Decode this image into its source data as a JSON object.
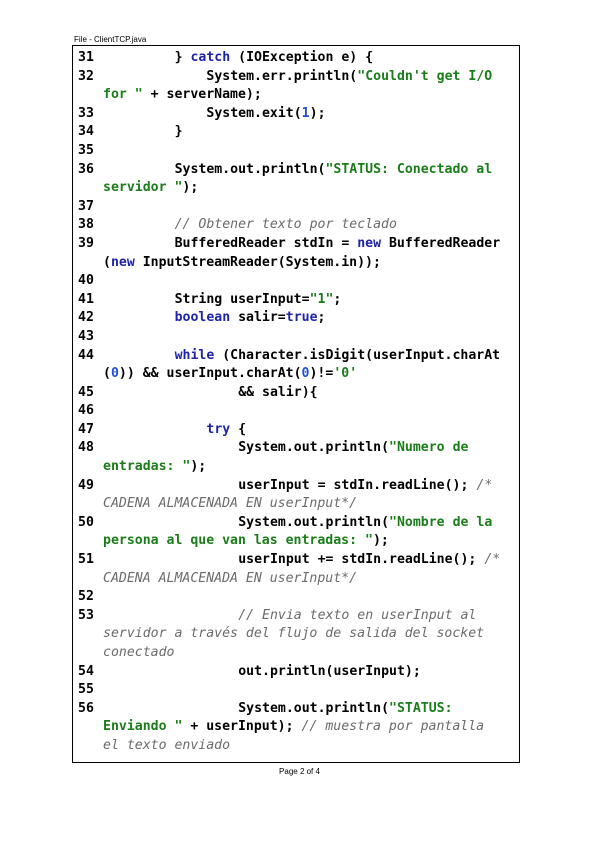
{
  "header": {
    "file_label": "File - ClientTCP.java"
  },
  "footer": {
    "page_label": "Page 2 of 4"
  },
  "code": {
    "lines": [
      {
        "num": "31",
        "indent": 8,
        "tokens": [
          [
            "} ",
            "p"
          ],
          [
            "catch",
            "k"
          ],
          [
            " (IOException e) {",
            "p"
          ]
        ]
      },
      {
        "num": "32",
        "indent": 12,
        "tokens": [
          [
            "System.err.println(",
            "p"
          ],
          [
            "\"Couldn't get I/O",
            "s"
          ]
        ]
      },
      {
        "num": "",
        "indent": 0,
        "cont": true,
        "tokens": [
          [
            "for \"",
            "s"
          ],
          [
            " + serverName);",
            "p"
          ]
        ]
      },
      {
        "num": "33",
        "indent": 12,
        "tokens": [
          [
            "System.exit(",
            "p"
          ],
          [
            "1",
            "n"
          ],
          [
            ");",
            "p"
          ]
        ]
      },
      {
        "num": "34",
        "indent": 8,
        "tokens": [
          [
            "}",
            "p"
          ]
        ]
      },
      {
        "num": "35",
        "indent": 0,
        "tokens": []
      },
      {
        "num": "36",
        "indent": 8,
        "tokens": [
          [
            "System.out.println(",
            "p"
          ],
          [
            "\"STATUS: Conectado al",
            "s"
          ]
        ]
      },
      {
        "num": "",
        "indent": 0,
        "cont": true,
        "tokens": [
          [
            "servidor \"",
            "s"
          ],
          [
            ");",
            "p"
          ]
        ]
      },
      {
        "num": "37",
        "indent": 0,
        "tokens": []
      },
      {
        "num": "38",
        "indent": 8,
        "tokens": [
          [
            "// Obtener texto por teclado",
            "c"
          ]
        ]
      },
      {
        "num": "39",
        "indent": 8,
        "tokens": [
          [
            "BufferedReader stdIn = ",
            "p"
          ],
          [
            "new",
            "k"
          ],
          [
            " BufferedReader",
            "p"
          ]
        ]
      },
      {
        "num": "",
        "indent": 0,
        "cont": true,
        "tokens": [
          [
            "(",
            "p"
          ],
          [
            "new",
            "k"
          ],
          [
            " InputStreamReader(System.in));",
            "p"
          ]
        ]
      },
      {
        "num": "40",
        "indent": 0,
        "tokens": []
      },
      {
        "num": "41",
        "indent": 8,
        "tokens": [
          [
            "String userInput=",
            "p"
          ],
          [
            "\"1\"",
            "s"
          ],
          [
            ";",
            "p"
          ]
        ]
      },
      {
        "num": "42",
        "indent": 8,
        "tokens": [
          [
            "boolean",
            "k"
          ],
          [
            " salir=",
            "p"
          ],
          [
            "true",
            "k"
          ],
          [
            ";",
            "p"
          ]
        ]
      },
      {
        "num": "43",
        "indent": 0,
        "tokens": []
      },
      {
        "num": "44",
        "indent": 8,
        "tokens": [
          [
            "while",
            "k"
          ],
          [
            " (Character.isDigit(userInput.charAt",
            "p"
          ]
        ]
      },
      {
        "num": "",
        "indent": 0,
        "cont": true,
        "tokens": [
          [
            "(",
            "p"
          ],
          [
            "0",
            "n"
          ],
          [
            ")) && userInput.charAt(",
            "p"
          ],
          [
            "0",
            "n"
          ],
          [
            ")!=",
            "p"
          ],
          [
            "'0'",
            "s"
          ]
        ]
      },
      {
        "num": "45",
        "indent": 16,
        "tokens": [
          [
            "&& salir){",
            "p"
          ]
        ]
      },
      {
        "num": "46",
        "indent": 0,
        "tokens": []
      },
      {
        "num": "47",
        "indent": 12,
        "tokens": [
          [
            "try",
            "k"
          ],
          [
            " {",
            "p"
          ]
        ]
      },
      {
        "num": "48",
        "indent": 16,
        "tokens": [
          [
            "System.out.println(",
            "p"
          ],
          [
            "\"Numero de",
            "s"
          ]
        ]
      },
      {
        "num": "",
        "indent": 0,
        "cont": true,
        "tokens": [
          [
            "entradas: \"",
            "s"
          ],
          [
            ");",
            "p"
          ]
        ]
      },
      {
        "num": "49",
        "indent": 16,
        "tokens": [
          [
            "userInput = stdIn.readLine(); ",
            "p"
          ],
          [
            "/*",
            "c"
          ]
        ]
      },
      {
        "num": "",
        "indent": 0,
        "cont": true,
        "tokens": [
          [
            "CADENA ALMACENADA EN userInput*/",
            "c"
          ]
        ]
      },
      {
        "num": "50",
        "indent": 16,
        "tokens": [
          [
            "System.out.println(",
            "p"
          ],
          [
            "\"Nombre de la",
            "s"
          ]
        ]
      },
      {
        "num": "",
        "indent": 0,
        "cont": true,
        "tokens": [
          [
            "persona al que van las entradas: \"",
            "s"
          ],
          [
            ");",
            "p"
          ]
        ]
      },
      {
        "num": "51",
        "indent": 16,
        "tokens": [
          [
            "userInput += stdIn.readLine(); ",
            "p"
          ],
          [
            "/*",
            "c"
          ]
        ]
      },
      {
        "num": "",
        "indent": 0,
        "cont": true,
        "tokens": [
          [
            "CADENA ALMACENADA EN userInput*/",
            "c"
          ]
        ]
      },
      {
        "num": "52",
        "indent": 0,
        "tokens": []
      },
      {
        "num": "53",
        "indent": 16,
        "tokens": [
          [
            "// Envia texto en userInput al",
            "c"
          ]
        ]
      },
      {
        "num": "",
        "indent": 0,
        "cont": true,
        "tokens": [
          [
            "servidor a través del flujo de salida del socket",
            "c"
          ]
        ]
      },
      {
        "num": "",
        "indent": 0,
        "cont": true,
        "tokens": [
          [
            "conectado",
            "c"
          ]
        ]
      },
      {
        "num": "54",
        "indent": 16,
        "tokens": [
          [
            "out.println(userInput);",
            "p"
          ]
        ]
      },
      {
        "num": "55",
        "indent": 0,
        "tokens": []
      },
      {
        "num": "56",
        "indent": 16,
        "tokens": [
          [
            "System.out.println(",
            "p"
          ],
          [
            "\"STATUS:",
            "s"
          ]
        ]
      },
      {
        "num": "",
        "indent": 0,
        "cont": true,
        "tokens": [
          [
            "Enviando \"",
            "s"
          ],
          [
            " + userInput); ",
            "p"
          ],
          [
            "// muestra por pantalla",
            "c"
          ]
        ]
      },
      {
        "num": "",
        "indent": 0,
        "cont": true,
        "tokens": [
          [
            "el texto enviado",
            "c"
          ]
        ]
      }
    ]
  }
}
